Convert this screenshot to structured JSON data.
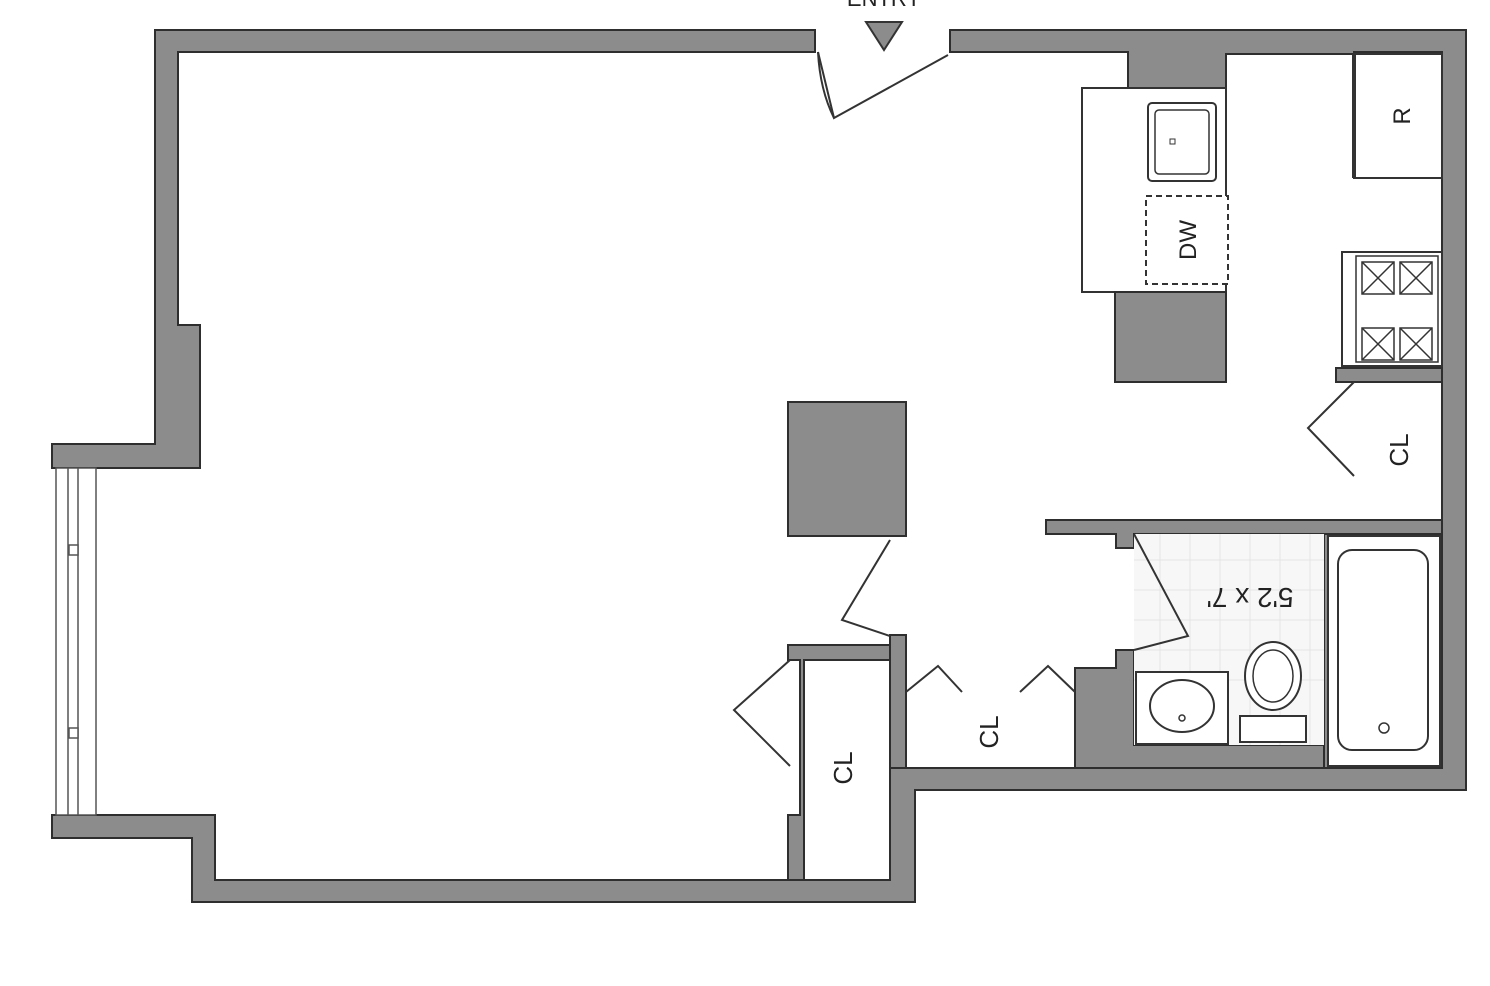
{
  "plan": {
    "entry_label": "ENTRY",
    "refrigerator_label": "R",
    "dishwasher_label": "DW",
    "closet_label_1": "CL",
    "closet_label_2": "CL",
    "closet_label_3": "CL",
    "bathroom_dimensions": "5'2 x 7'"
  },
  "colors": {
    "wall": "#8c8c8c",
    "outline": "#2e2e2e",
    "background": "#ffffff"
  }
}
